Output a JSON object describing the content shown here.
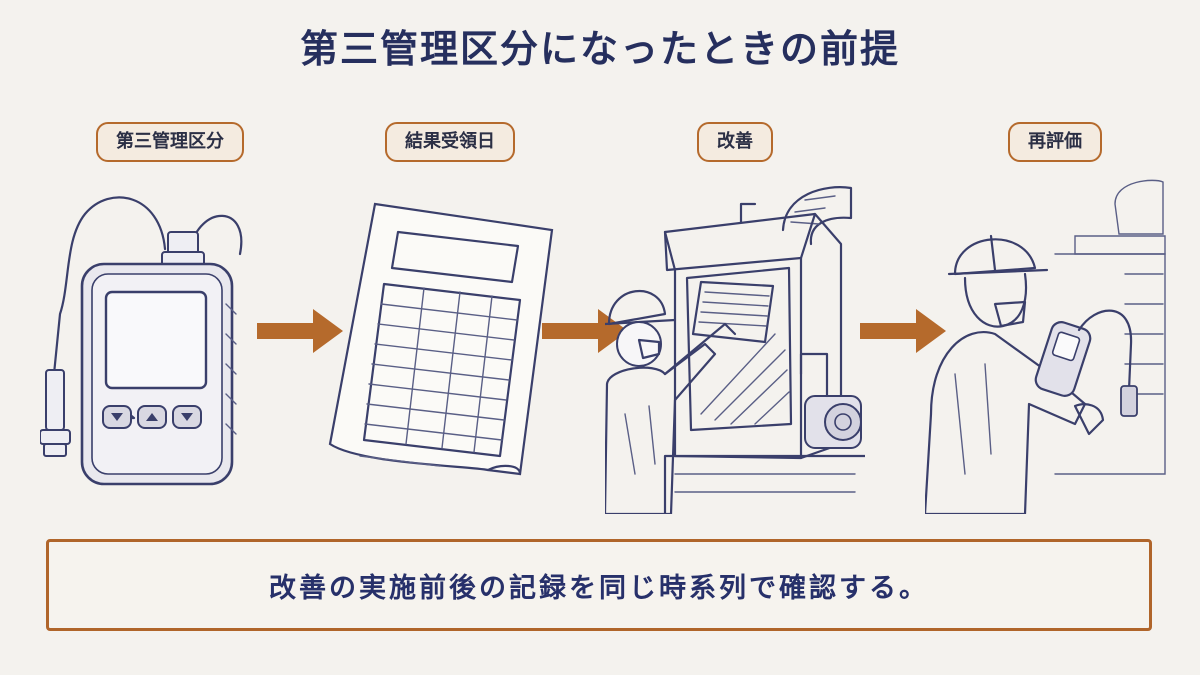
{
  "title": "第三管理区分になったときの前提",
  "steps": [
    {
      "label": "第三管理区分",
      "icon": "gas-detector-icon"
    },
    {
      "label": "結果受領日",
      "icon": "report-sheet-icon"
    },
    {
      "label": "改善",
      "icon": "worker-fixing-fume-hood-icon"
    },
    {
      "label": "再評価",
      "icon": "worker-measuring-icon"
    }
  ],
  "arrow_icon": "right-arrow-icon",
  "note": "改善の実施前後の記録を同じ時系列で確認する。",
  "colors": {
    "accent": "#b56a2c",
    "title": "#262f5e",
    "background": "#f4f2ee"
  }
}
